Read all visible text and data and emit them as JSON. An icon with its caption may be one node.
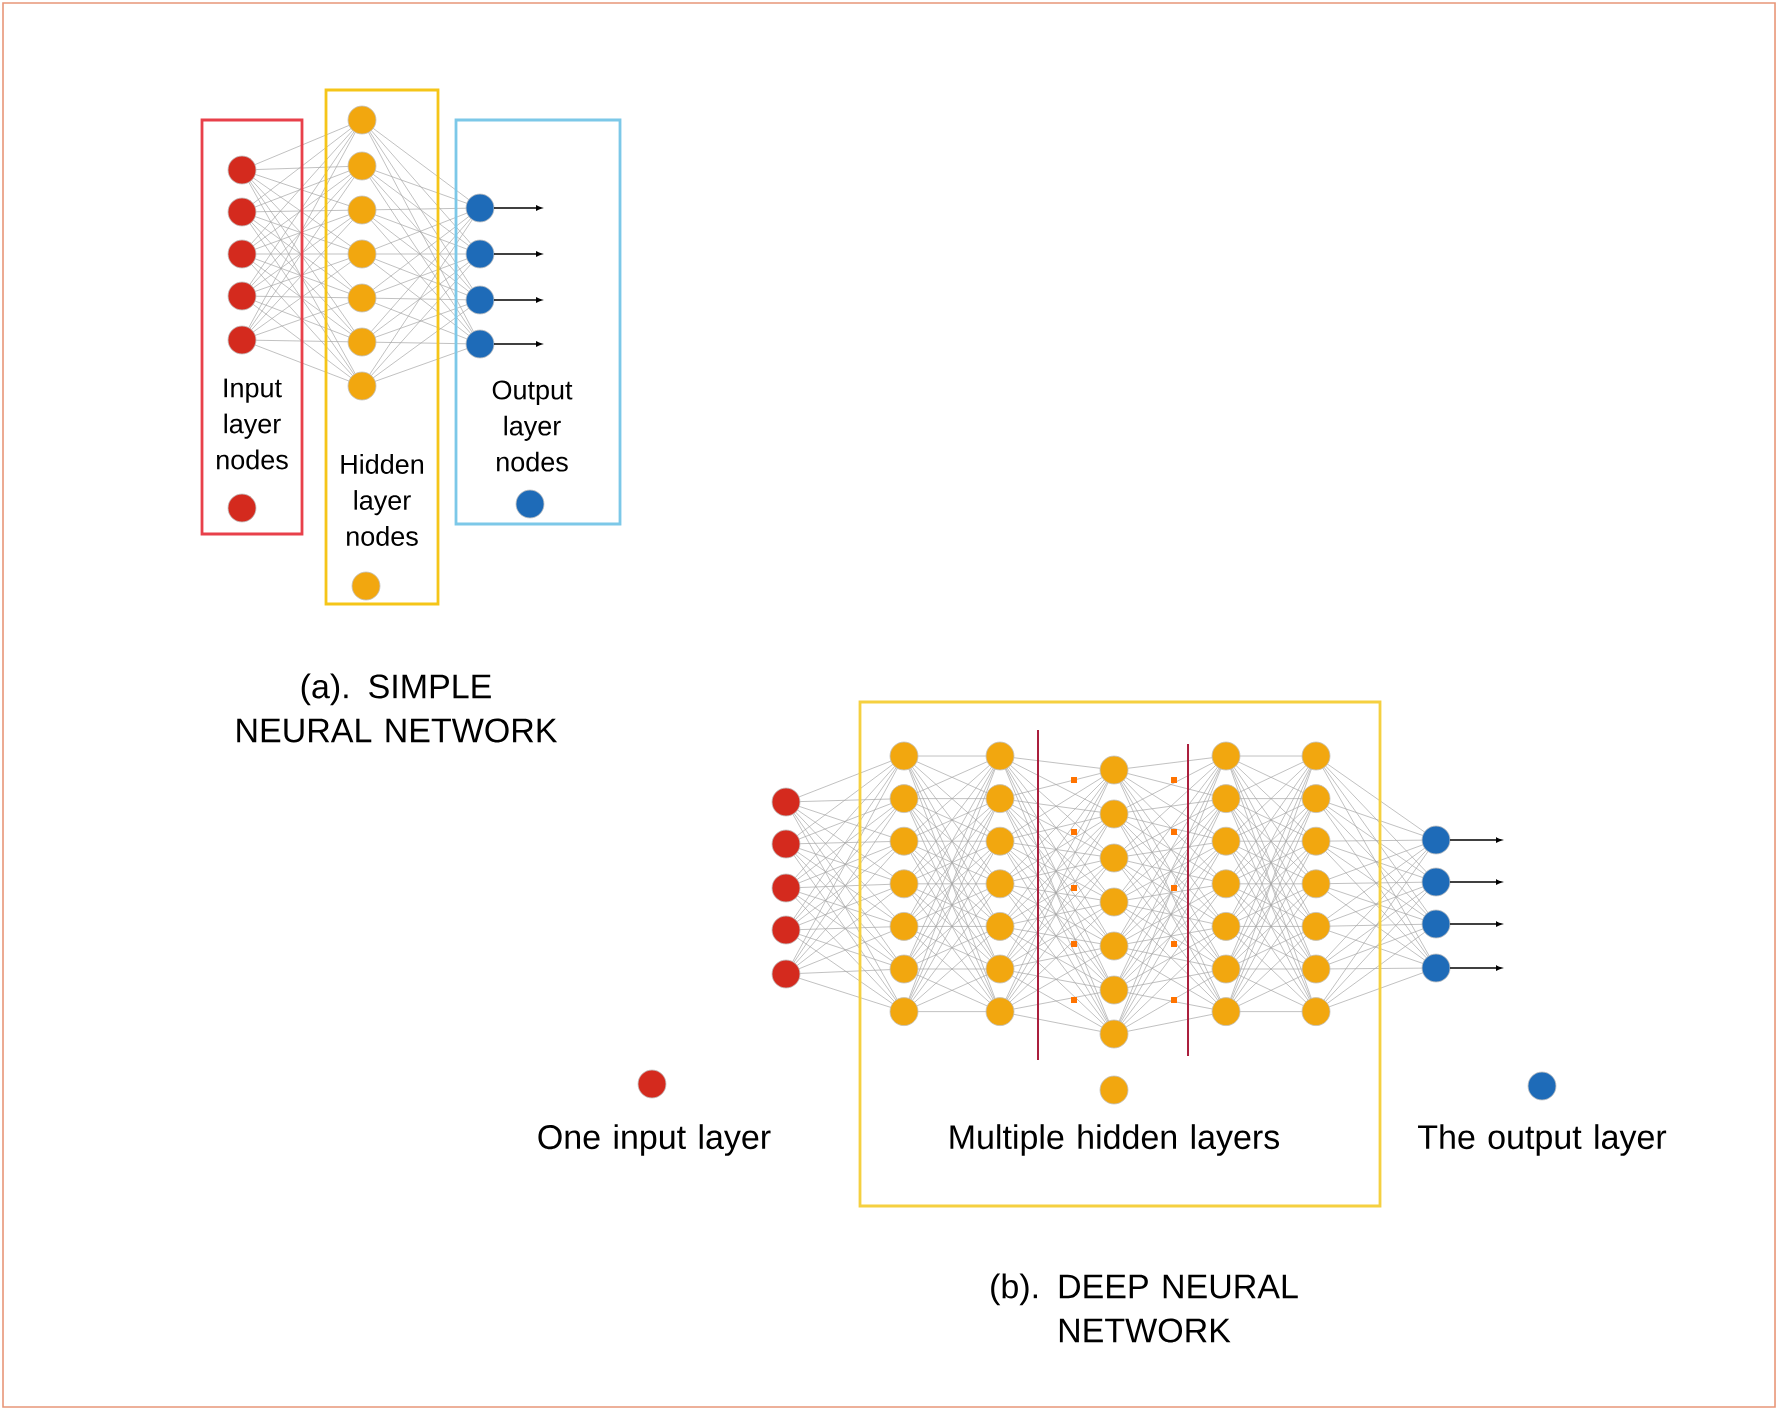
{
  "diagram": {
    "nodes": [
      {
        "text": [
          "Input layer nodes"
        ]
      },
      {
        "text": [
          "Hidden layer nodes"
        ]
      },
      {
        "text": [
          "Output layer nodes"
        ]
      },
      {
        "text": [
          "Multiple hidden layers"
        ]
      }
    ],
    "labels": [
      "(a). SIMPLE NEURAL NETWORK",
      "One input layer",
      "The output layer",
      "(b). DEEP NEURAL NETWORK"
    ]
  }
}
